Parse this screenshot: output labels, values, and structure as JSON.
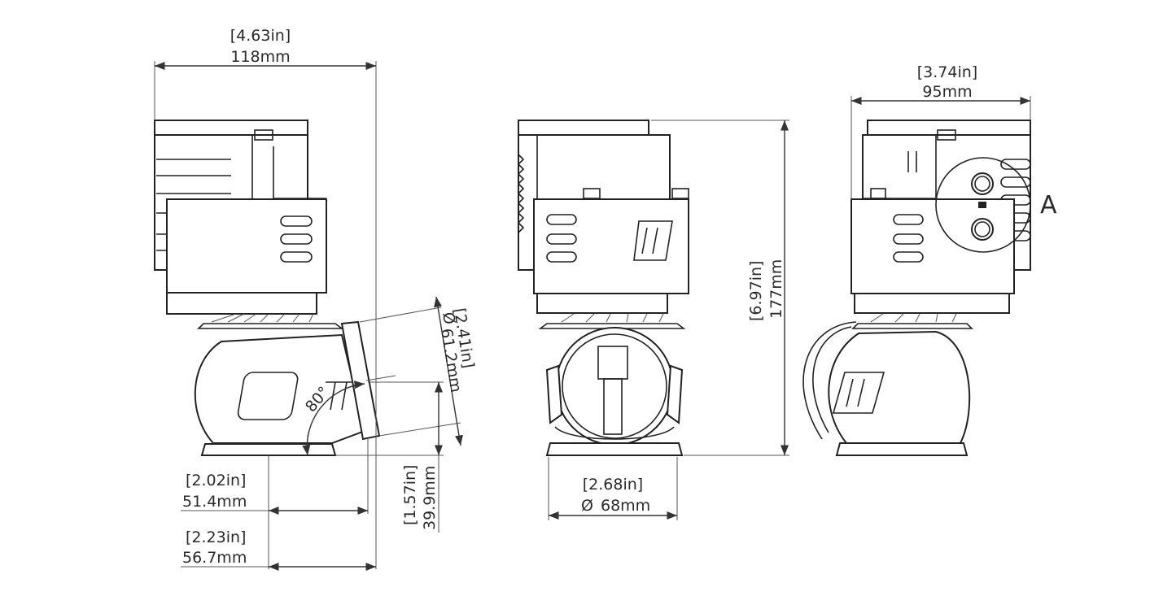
{
  "dimensions": {
    "width_total": {
      "in": "[4.63in]",
      "mm": "118mm"
    },
    "width_side": {
      "in": "[3.74in]",
      "mm": "95mm"
    },
    "height_total": {
      "in": "[6.97in]",
      "mm": "177mm"
    },
    "outlet_diameter": {
      "in": "[2.41in]",
      "mm": "61.2mm",
      "symbol": "Ø"
    },
    "outlet_angle": "80°",
    "offset_a": {
      "in": "[2.02in]",
      "mm": "51.4mm"
    },
    "offset_b": {
      "in": "[2.23in]",
      "mm": "56.7mm"
    },
    "outlet_height": {
      "in": "[1.57in]",
      "mm": "39.9mm"
    },
    "inlet_diameter": {
      "in": "[2.68in]",
      "mm": "68mm",
      "symbol": "Ø"
    }
  },
  "callout": {
    "label": "A"
  },
  "colors": {
    "line": "#222222",
    "background": "#ffffff"
  }
}
